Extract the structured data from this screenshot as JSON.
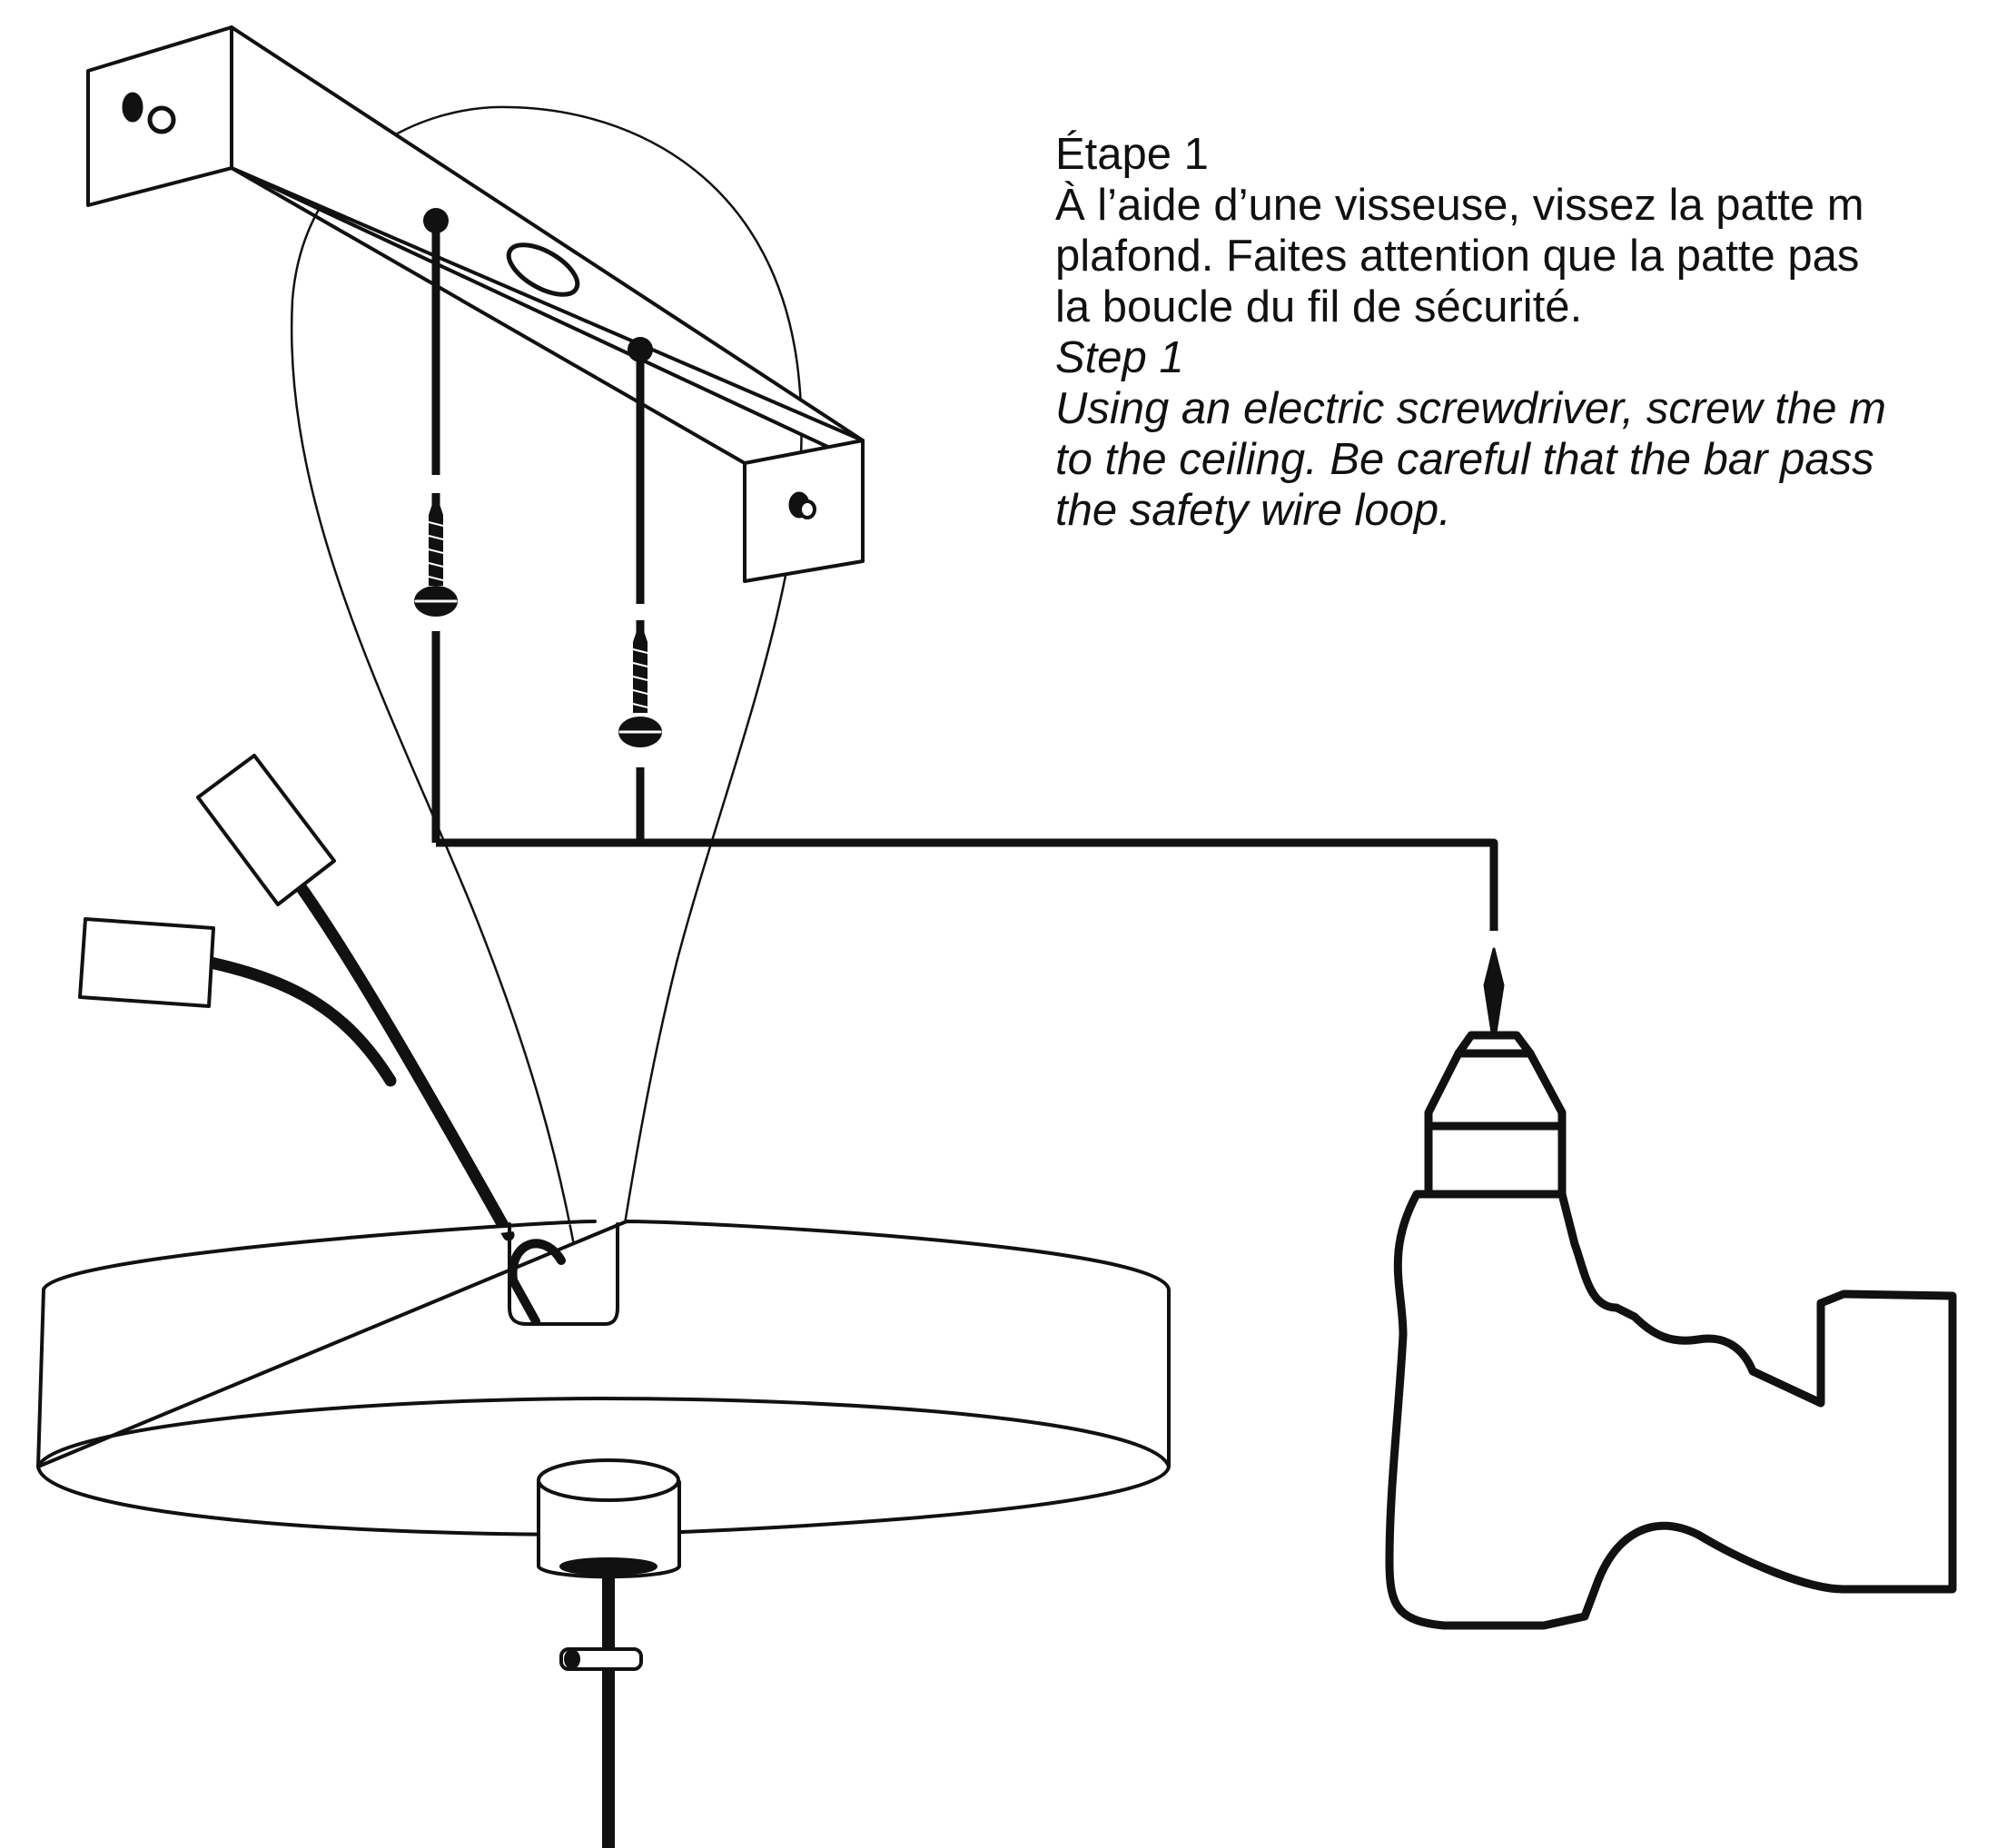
{
  "instructions": {
    "fr": {
      "heading": "Étape 1",
      "lines": [
        "À l’aide d’une visseuse, vissez la patte m",
        "plafond. Faites attention que la patte pas",
        "la boucle du fil de sécurité."
      ]
    },
    "en": {
      "heading": "Step 1",
      "lines": [
        "Using an electric screwdriver, screw the m",
        "to the ceiling. Be careful that the bar pass",
        "the safety wire loop."
      ]
    }
  },
  "colors": {
    "ink": "#111111",
    "background": "#ffffff"
  },
  "icons": [
    "mounting-bar-icon",
    "ceiling-screw-icon",
    "safety-wire-loop-icon",
    "wire-connector-icon",
    "canopy-icon",
    "cable-clamp-icon",
    "electric-screwdriver-icon"
  ]
}
